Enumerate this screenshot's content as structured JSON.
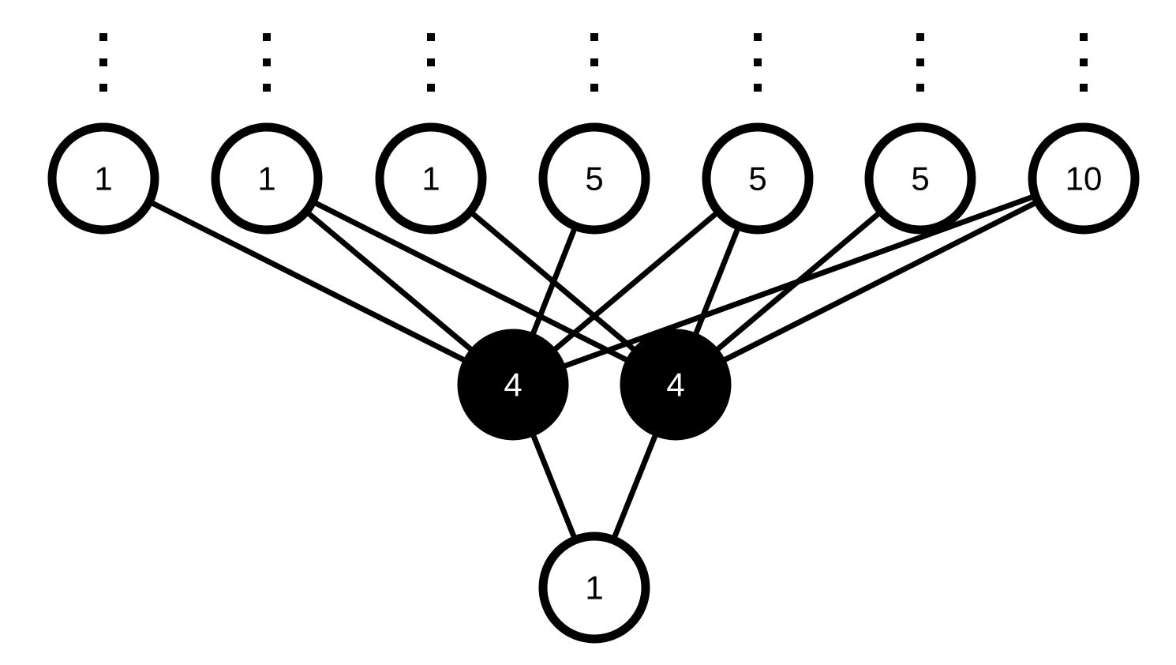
{
  "colors": {
    "background": "#ffffff",
    "line": "#000000",
    "hollow_fill": "#ffffff",
    "hollow_text": "#000000",
    "filled_fill": "#000000",
    "filled_text": "#ffffff"
  },
  "top_row": [
    {
      "id": "t1",
      "label": "1",
      "filled": false
    },
    {
      "id": "t2",
      "label": "1",
      "filled": false
    },
    {
      "id": "t3",
      "label": "1",
      "filled": false
    },
    {
      "id": "t4",
      "label": "5",
      "filled": false
    },
    {
      "id": "t5",
      "label": "5",
      "filled": false
    },
    {
      "id": "t6",
      "label": "5",
      "filled": false
    },
    {
      "id": "t7",
      "label": "10",
      "filled": false
    }
  ],
  "middle_row": [
    {
      "id": "m1",
      "label": "4",
      "filled": true
    },
    {
      "id": "m2",
      "label": "4",
      "filled": true
    }
  ],
  "bottom_row": [
    {
      "id": "b1",
      "label": "1",
      "filled": false
    }
  ],
  "continuation_marker": "vertical-ellipsis-above-each-top-node",
  "edges": [
    [
      "t1",
      "m1"
    ],
    [
      "t2",
      "m1"
    ],
    [
      "t2",
      "m2"
    ],
    [
      "t3",
      "m2"
    ],
    [
      "t4",
      "m1"
    ],
    [
      "t5",
      "m1"
    ],
    [
      "t5",
      "m2"
    ],
    [
      "t6",
      "m2"
    ],
    [
      "t7",
      "m1"
    ],
    [
      "t7",
      "m2"
    ],
    [
      "m1",
      "b1"
    ],
    [
      "m2",
      "b1"
    ]
  ]
}
